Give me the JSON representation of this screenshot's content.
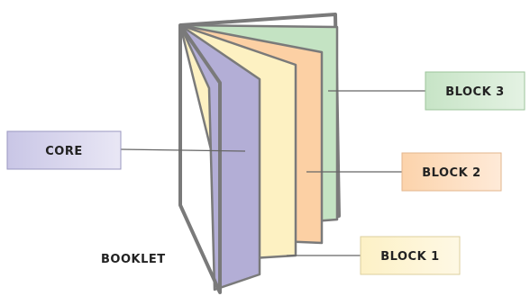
{
  "labels": {
    "core": "CORE",
    "block1": "BLOCK 1",
    "block2": "BLOCK 2",
    "block3": "BLOCK 3",
    "booklet": "BOOKLET"
  },
  "colors": {
    "core": "#b3aed6",
    "block1": "#fdf1c2",
    "block2": "#fcd0a4",
    "block3": "#c4e3c3",
    "cover": "#7a7a7a",
    "leader": "#666666"
  }
}
